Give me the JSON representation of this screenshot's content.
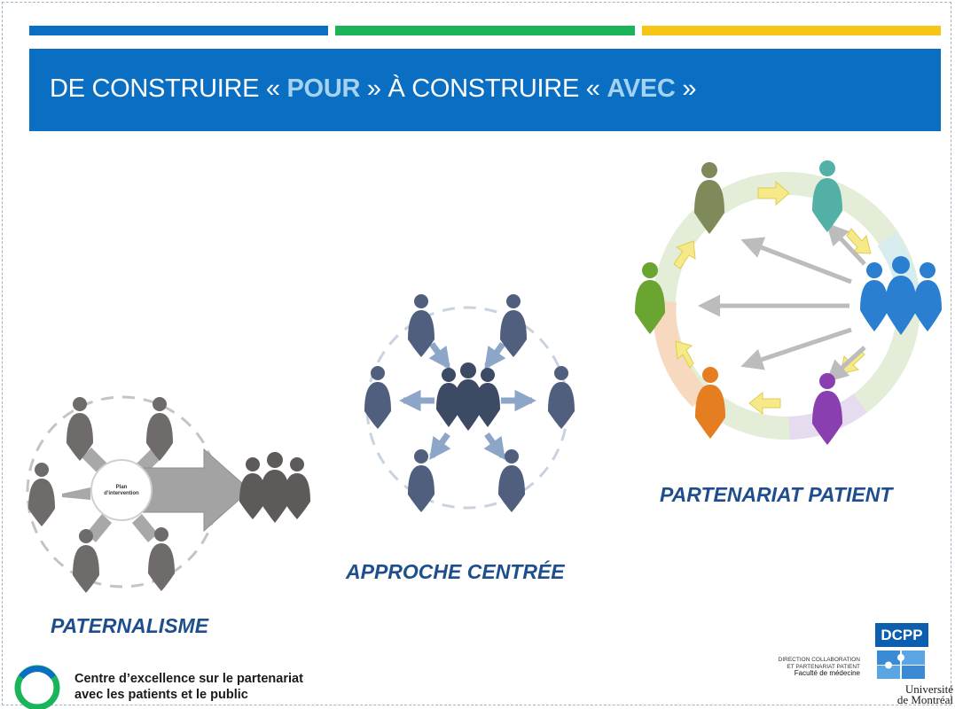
{
  "slide": {
    "title_before": "DE CONSTRUIRE « ",
    "title_pour": "POUR",
    "title_middle": " » À CONSTRUIRE « ",
    "title_avec": "AVEC",
    "title_after": " »"
  },
  "diagrams": {
    "paternalisme": {
      "label": "PATERNALISME",
      "center_text_1": "Plan",
      "center_text_2": "d'intervention"
    },
    "approche_centree": {
      "label": "APPROCHE CENTRÉE"
    },
    "partenariat_patient": {
      "label": "PARTENARIAT PATIENT"
    }
  },
  "footer": {
    "centre_line1": "Centre d’excellence sur le partenariat",
    "centre_line2": "avec les patients et le public",
    "direction_line1": "DIRECTION COLLABORATION",
    "direction_line2": "ET PARTENARIAT PATIENT",
    "faculty": "Faculté de médecine",
    "dcpp_logo": "DCPP",
    "udem_line1": "Université",
    "udem_line2": "de Montréal"
  },
  "colors": {
    "banner_blue": "#0a6fc2",
    "accent_green": "#1bb45a",
    "accent_yellow": "#f7c518",
    "label_blue": "#1f4e8c"
  }
}
